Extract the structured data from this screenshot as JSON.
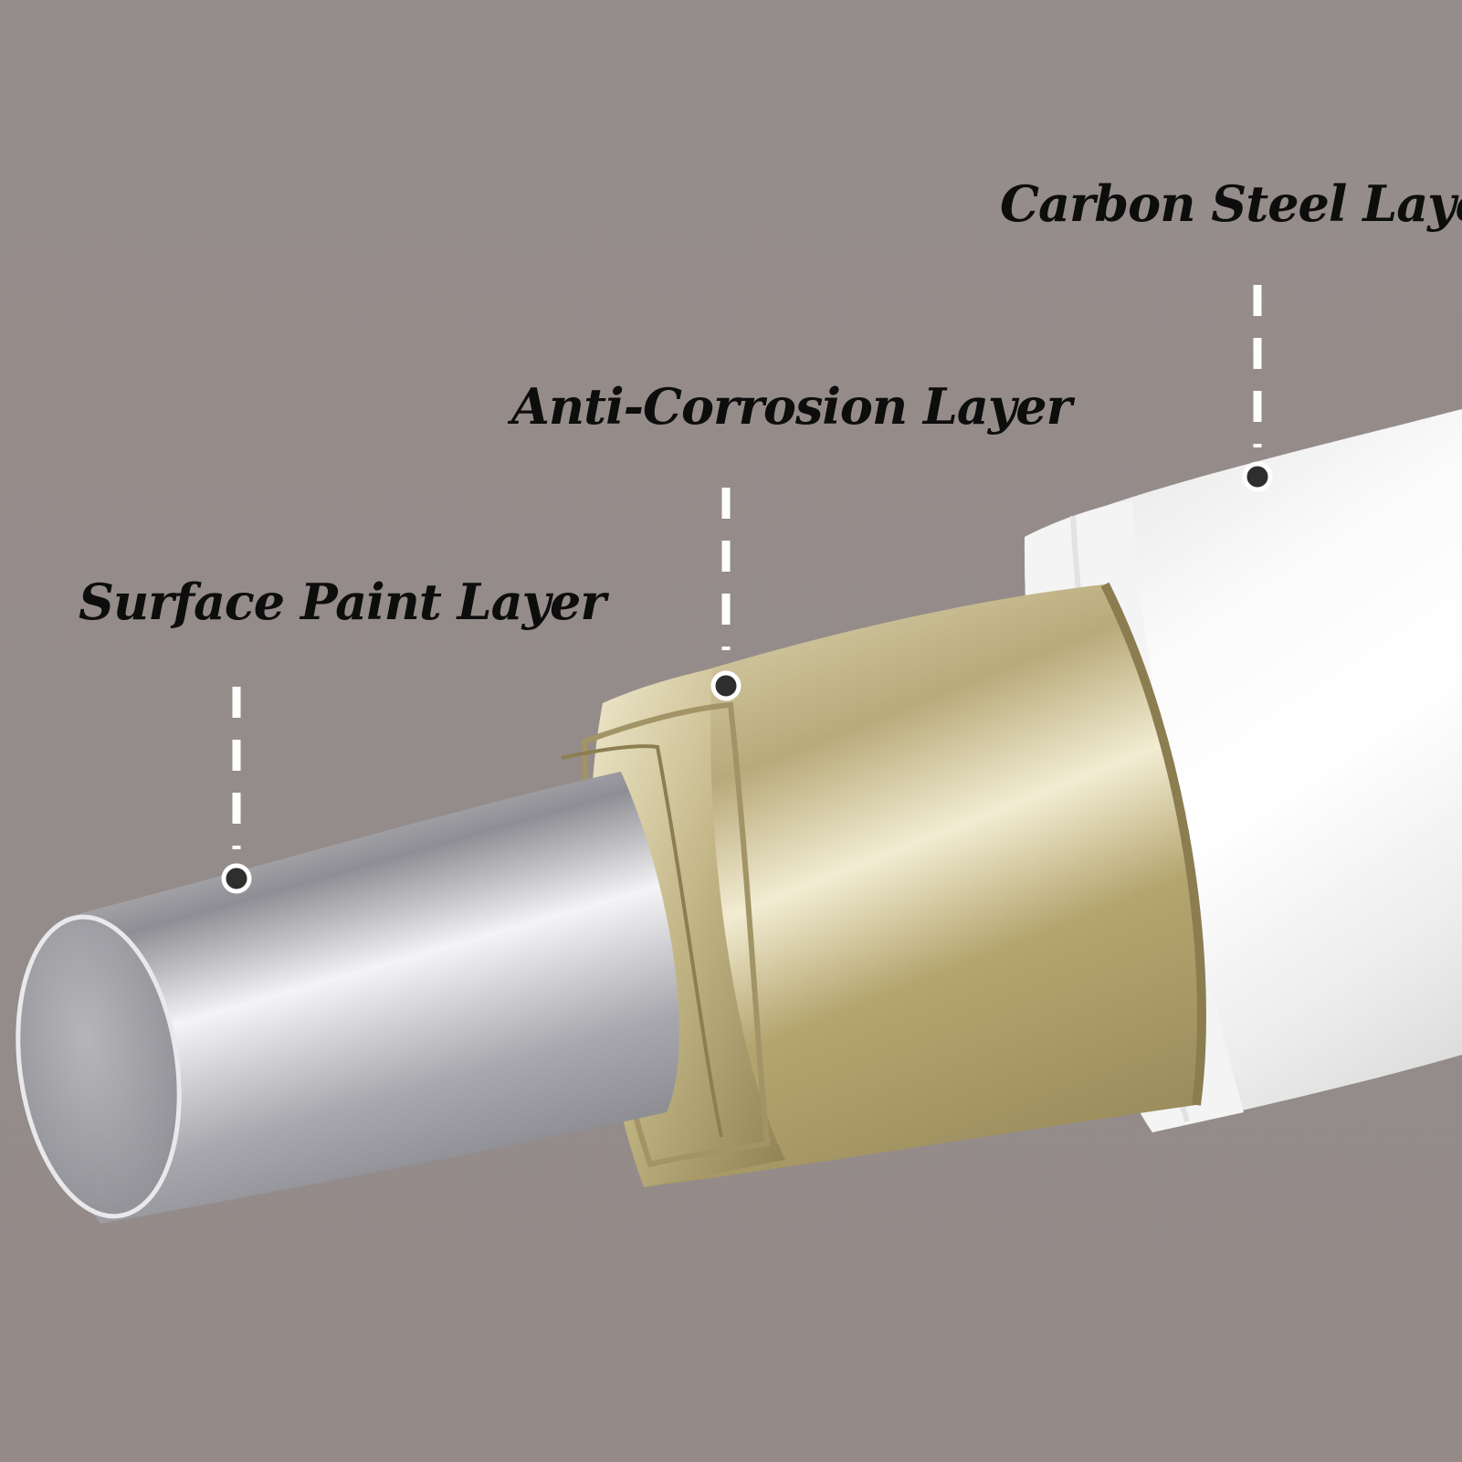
{
  "labels": {
    "carbon_steel": "Carbon Steel Layer",
    "anti_corrosion": "Anti-Corrosion Layer",
    "surface_paint": "Surface Paint Layer"
  },
  "colors": {
    "background": "#938a88",
    "label_text": "#0d0d0d",
    "leader_line": "#ffffff",
    "marker_dot": "#2e2e2e",
    "outer_layer": "#f2f2f2",
    "middle_layer": "#c9bd92",
    "inner_core": "#c2c2c6"
  }
}
